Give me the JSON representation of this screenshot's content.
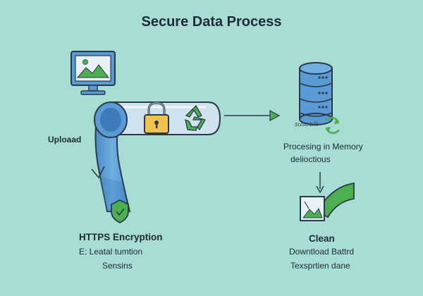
{
  "title": "Secure Data Process",
  "labels": {
    "upload": "Uploaad",
    "https_encryption": "HTTPS Encryption",
    "encryption_sub1": "E: Leatal tumtion",
    "encryption_sub2": "Sensins",
    "server_tag": "susoo/it",
    "processing": "Procesing in Memory",
    "processing_sub": "delioctious",
    "clean": "Clean",
    "clean_sub1": "Downtload Battrd",
    "clean_sub2": "Texsprtien dane"
  },
  "colors": {
    "background": "#a7ddd3",
    "pipe_blue": "#5b9bd5",
    "pipe_light": "#cfe3ee",
    "outline": "#2a3a4a",
    "green": "#4caf50",
    "lock_yellow": "#f2c24f"
  },
  "icons": [
    "monitor-image-icon",
    "padlock-icon",
    "recycle-icon",
    "shield-check-icon",
    "database-server-icon",
    "refresh-icon",
    "image-download-icon",
    "arrow-right-icon"
  ]
}
